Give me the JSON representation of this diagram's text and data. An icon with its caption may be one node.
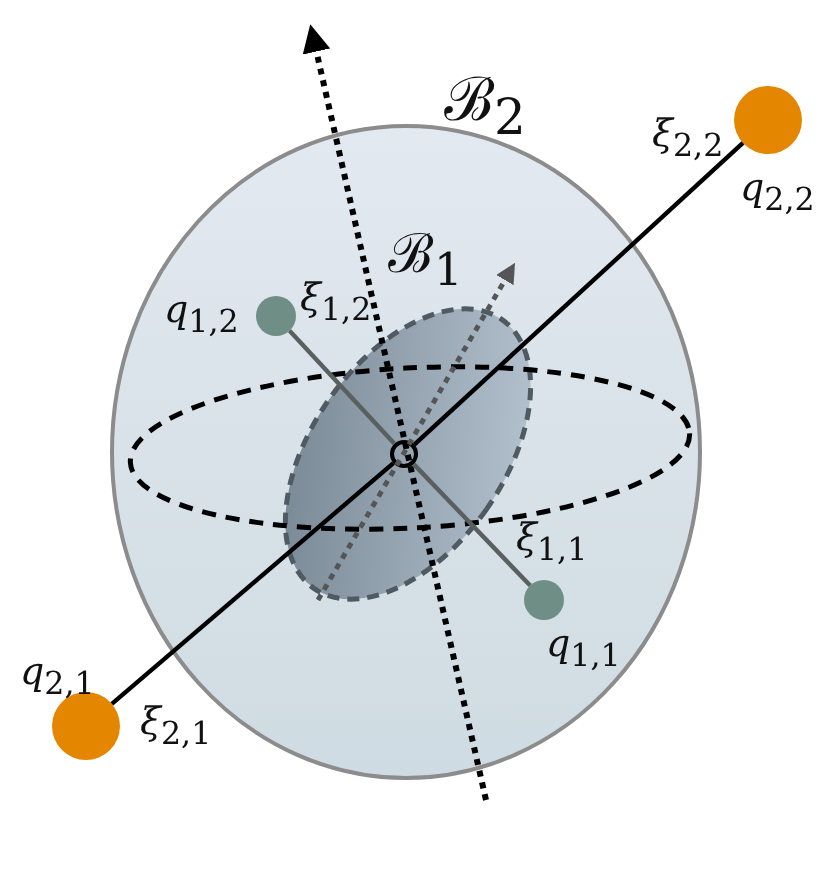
{
  "diagram": {
    "nodes": [
      {
        "text": [
          "ℬ$_{2}$"
        ]
      },
      {
        "text": [
          "ℬ$_{1}$"
        ],
        "in": 0
      },
      {
        "text": [],
        "shape": "circle",
        "in": 1
      },
      {
        "text": [],
        "shape": "circle",
        "in": 0,
        "beside": [
          "*q*$_{1,2}$"
        ]
      },
      {
        "text": [],
        "shape": "circle",
        "in": 0,
        "beside": [
          "*q*$_{1,1}$"
        ]
      },
      {
        "text": [],
        "shape": "circle",
        "beside": [
          "*q*$_{2,1}$"
        ]
      },
      {
        "text": [],
        "shape": "circle",
        "beside": [
          "*q*$_{2,2}$"
        ]
      }
    ],
    "edges": [
      {
        "from": 2,
        "to": 3,
        "arrow": "none",
        "label": "*ξ*$_{1,2}$",
        "color": "#5a6060"
      },
      {
        "from": 2,
        "to": 4,
        "arrow": "none",
        "label": "*ξ*$_{1,1}$",
        "color": "#5a6060"
      },
      {
        "from": 2,
        "to": 5,
        "arrow": "none",
        "label": "*ξ*$_{2,1}$",
        "color": "#000000"
      },
      {
        "from": 2,
        "to": 6,
        "arrow": "none",
        "label": "*ξ*$_{2,2}$",
        "color": "#000000"
      }
    ]
  }
}
